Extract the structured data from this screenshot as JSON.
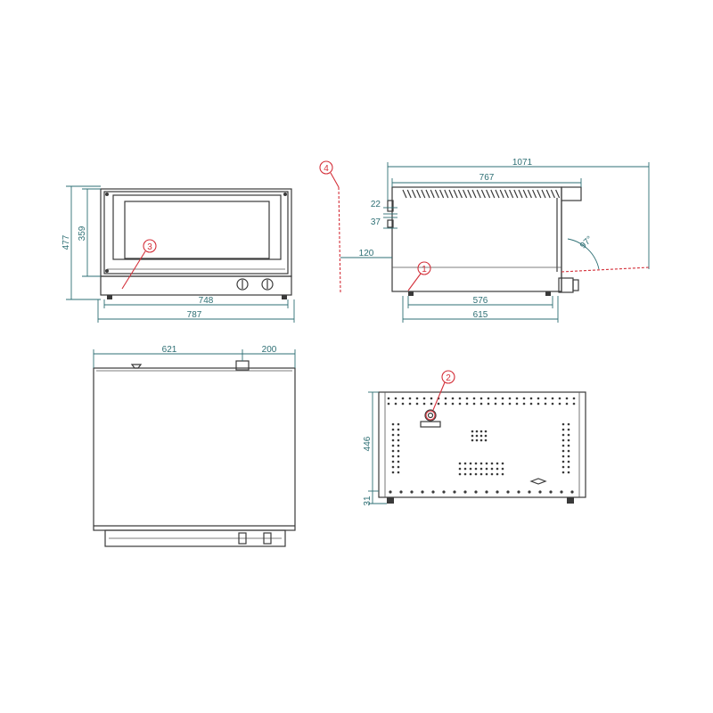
{
  "dimensions": {
    "front_height_total": "477",
    "front_height_cavity": "359",
    "front_inner_width": "748",
    "front_outer_width": "787",
    "side_depth_total": "1071",
    "side_depth_body": "767",
    "side_offset_22": "22",
    "side_offset_37": "37",
    "side_clearance": "120",
    "side_feet_576": "576",
    "side_feet_615": "615",
    "door_angle": "97°",
    "top_width": "621",
    "top_extra": "200",
    "rear_height": "446",
    "rear_feet": "31"
  },
  "callouts": [
    "1",
    "2",
    "3",
    "4"
  ],
  "colors": {
    "line": "#3a3a3a",
    "dimension": "#2e6f74",
    "callout": "#d4303a"
  }
}
